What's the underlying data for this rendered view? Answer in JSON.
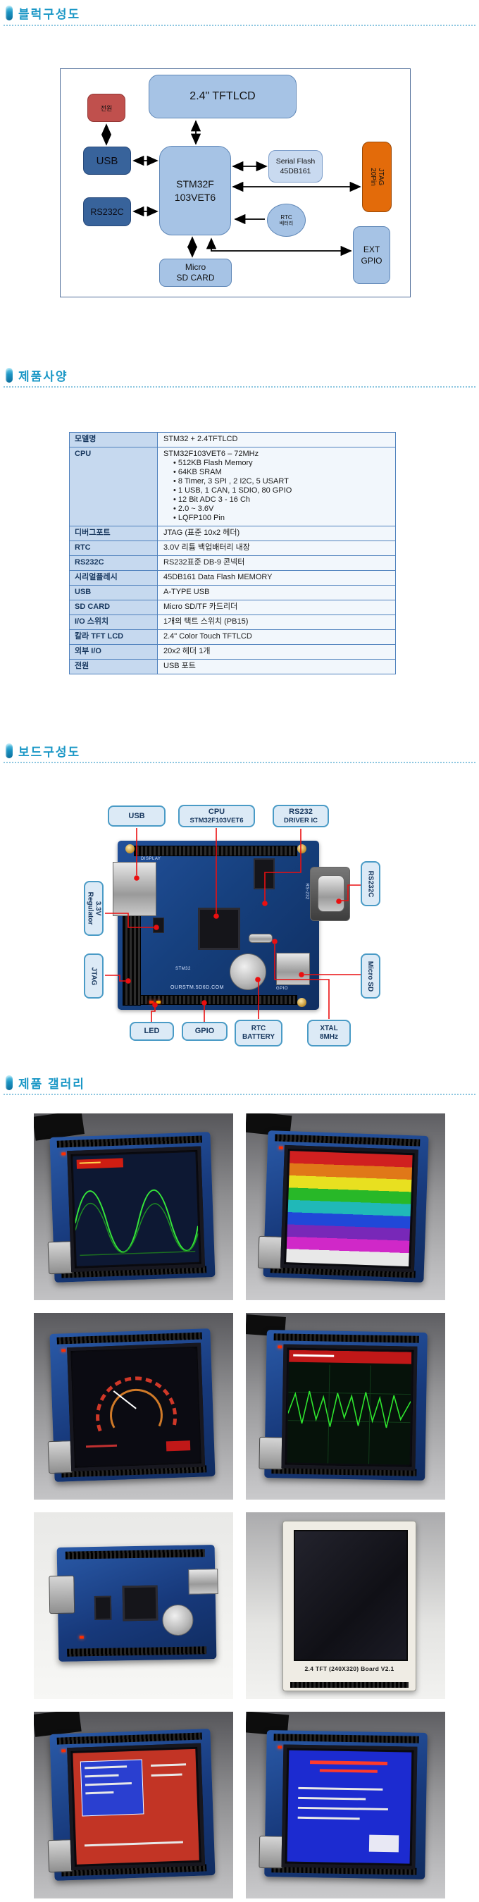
{
  "sections": [
    {
      "title": "블럭구성도"
    },
    {
      "title": "제품사양"
    },
    {
      "title": "보드구성도"
    },
    {
      "title": "제품 갤러리"
    }
  ],
  "accent": {
    "section_title_color": "#1a97c6",
    "dots_color": "#8cc6e0",
    "callout_border": "#4a9bc6",
    "callout_bg": "#dceaf6",
    "red_line": "#ea0f10",
    "light_block": "#a6c3e5",
    "dark_block": "#38639b",
    "red_block": "#c0504d",
    "orange_block": "#e36b0a"
  },
  "block_diagram": {
    "tftlcd": "2.4\" TFTLCD",
    "power": "전원",
    "usb": "USB",
    "mcu": [
      "STM32F",
      "103VET6"
    ],
    "serial_flash": [
      "Serial Flash",
      "45DB161"
    ],
    "jtag": [
      "JTAG",
      "20Pin"
    ],
    "rs232c": "RS232C",
    "rtc": [
      "RTC",
      "배터리"
    ],
    "ext_gpio": [
      "EXT",
      "GPIO"
    ],
    "micro_sd": [
      "Micro",
      "SD CARD"
    ]
  },
  "spec_table": {
    "rows": [
      {
        "label": "모델명",
        "lines": [
          "STM32 + 2.4TFTLCD"
        ],
        "bullets": []
      },
      {
        "label": "CPU",
        "lines": [
          "STM32F103VET6 – 72MHz"
        ],
        "bullets": [
          "512KB Flash Memory",
          "64KB SRAM",
          "8 Timer, 3 SPI , 2 I2C, 5 USART",
          "1 USB, 1 CAN, 1 SDIO, 80 GPIO",
          "12 Bit ADC 3 - 16 Ch",
          "2.0 ~ 3.6V",
          "LQFP100 Pin"
        ]
      },
      {
        "label": "디버그포트",
        "lines": [
          "JTAG (표준 10x2 헤더)"
        ],
        "bullets": []
      },
      {
        "label": "RTC",
        "lines": [
          "3.0V 리튬 백업배터리 내장"
        ],
        "bullets": []
      },
      {
        "label": "RS232C",
        "lines": [
          "RS232표준 DB-9 콘넥터"
        ],
        "bullets": []
      },
      {
        "label": "시리얼플레시",
        "lines": [
          "45DB161 Data Flash MEMORY"
        ],
        "bullets": []
      },
      {
        "label": "USB",
        "lines": [
          "A-TYPE USB"
        ],
        "bullets": []
      },
      {
        "label": "SD CARD",
        "lines": [
          "Micro SD/TF 카드리더"
        ],
        "bullets": []
      },
      {
        "label": "I/O 스위치",
        "lines": [
          "1개의 택트 스위치 (PB15)"
        ],
        "bullets": []
      },
      {
        "label": "칼라 TFT LCD",
        "lines": [
          "2.4\" Color Touch TFTLCD"
        ],
        "bullets": []
      },
      {
        "label": "외부 I/O",
        "lines": [
          "20x2 헤더 1개"
        ],
        "bullets": []
      },
      {
        "label": "전원",
        "lines": [
          "USB 포트"
        ],
        "bullets": []
      }
    ]
  },
  "board_layout": {
    "labels": {
      "usb": [
        "USB"
      ],
      "cpu": [
        "CPU",
        "STM32F103VET6"
      ],
      "rs232_driver": [
        "RS232",
        "DRIVER IC"
      ],
      "rs232c": [
        "RS232C"
      ],
      "micro_sd": [
        "Micro SD"
      ],
      "regulator": [
        "3.3V",
        "Regulator"
      ],
      "jtag": [
        "JTAG"
      ],
      "led": [
        "LED"
      ],
      "gpio": [
        "GPIO"
      ],
      "rtc_battery": [
        "RTC",
        "BATTERY"
      ],
      "xtal": [
        "XTAL",
        "8MHz"
      ]
    },
    "silkscreen": {
      "display": "DISPLAY",
      "rs232": "RS-232",
      "gpio": "GPIO",
      "url": "OURSTM.5D6D.COM",
      "logo": "STM32"
    }
  },
  "gallery": {
    "photos": [
      {
        "name": "lcd-waveform-demo",
        "screen_bg": "#0d1833"
      },
      {
        "name": "lcd-colorbars-demo",
        "screen_bg": "#1a1a1a"
      },
      {
        "name": "lcd-gauge-demo",
        "screen_bg": "#0b0b12"
      },
      {
        "name": "lcd-scope-demo",
        "screen_bg": "#06120a"
      },
      {
        "name": "bare-board",
        "screen_bg": ""
      },
      {
        "name": "lcd-module",
        "screen_bg": "#15151d",
        "caption": "2.4 TFT (240X320)  Board V2.1"
      },
      {
        "name": "lcd-red-ui-demo",
        "screen_bg": "#c23425"
      },
      {
        "name": "lcd-blue-text-demo",
        "screen_bg": "#1c2bd0"
      }
    ]
  }
}
